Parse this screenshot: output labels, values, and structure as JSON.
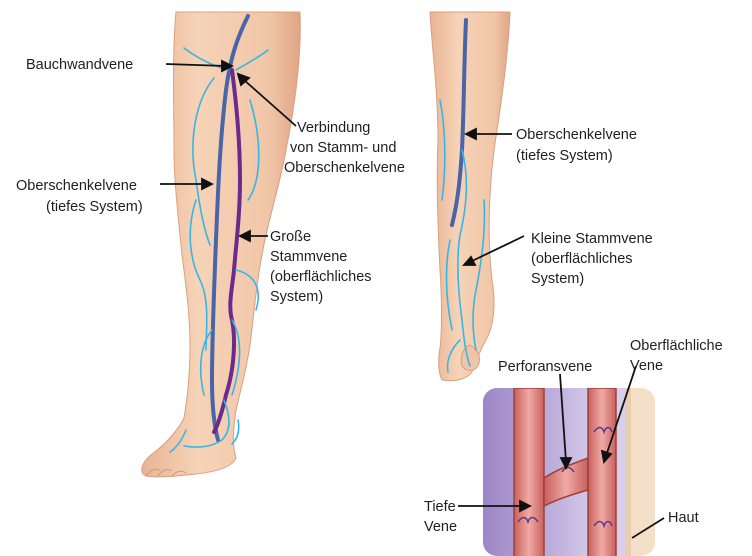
{
  "colors": {
    "skin": "#f2c8a8",
    "skin_shadow": "#e3a98a",
    "deep_vein": "#4a64a8",
    "great_saphenous": "#6b2a8c",
    "superficial": "#36b6e6",
    "vessel": "#e59b98",
    "vessel_edge": "#b0504c",
    "tissue_bg": "#b8a7d6",
    "skin_layer": "#f4dfc8"
  },
  "labels": {
    "bauchwandvene": "Bauchwandvene",
    "verbindung": [
      "Verbindung",
      "von Stamm- und",
      "Oberschenkelvene"
    ],
    "oberschenkelvene_left": [
      "Oberschenkelvene",
      "(tiefes System)"
    ],
    "grosse_stammvene": [
      "Große",
      "Stammvene",
      "(oberflächliches",
      "System)"
    ],
    "oberschenkelvene_right": [
      "Oberschenkelvene",
      "(tiefes System)"
    ],
    "kleine_stammvene": [
      "Kleine Stammvene",
      "(oberflächliches",
      "System)"
    ],
    "perforansvene": "Perforansvene",
    "oberflaechliche_vene": [
      "Oberflächliche",
      "Vene"
    ],
    "tiefe_vene": [
      "Tiefe",
      "Vene"
    ],
    "haut": "Haut"
  }
}
